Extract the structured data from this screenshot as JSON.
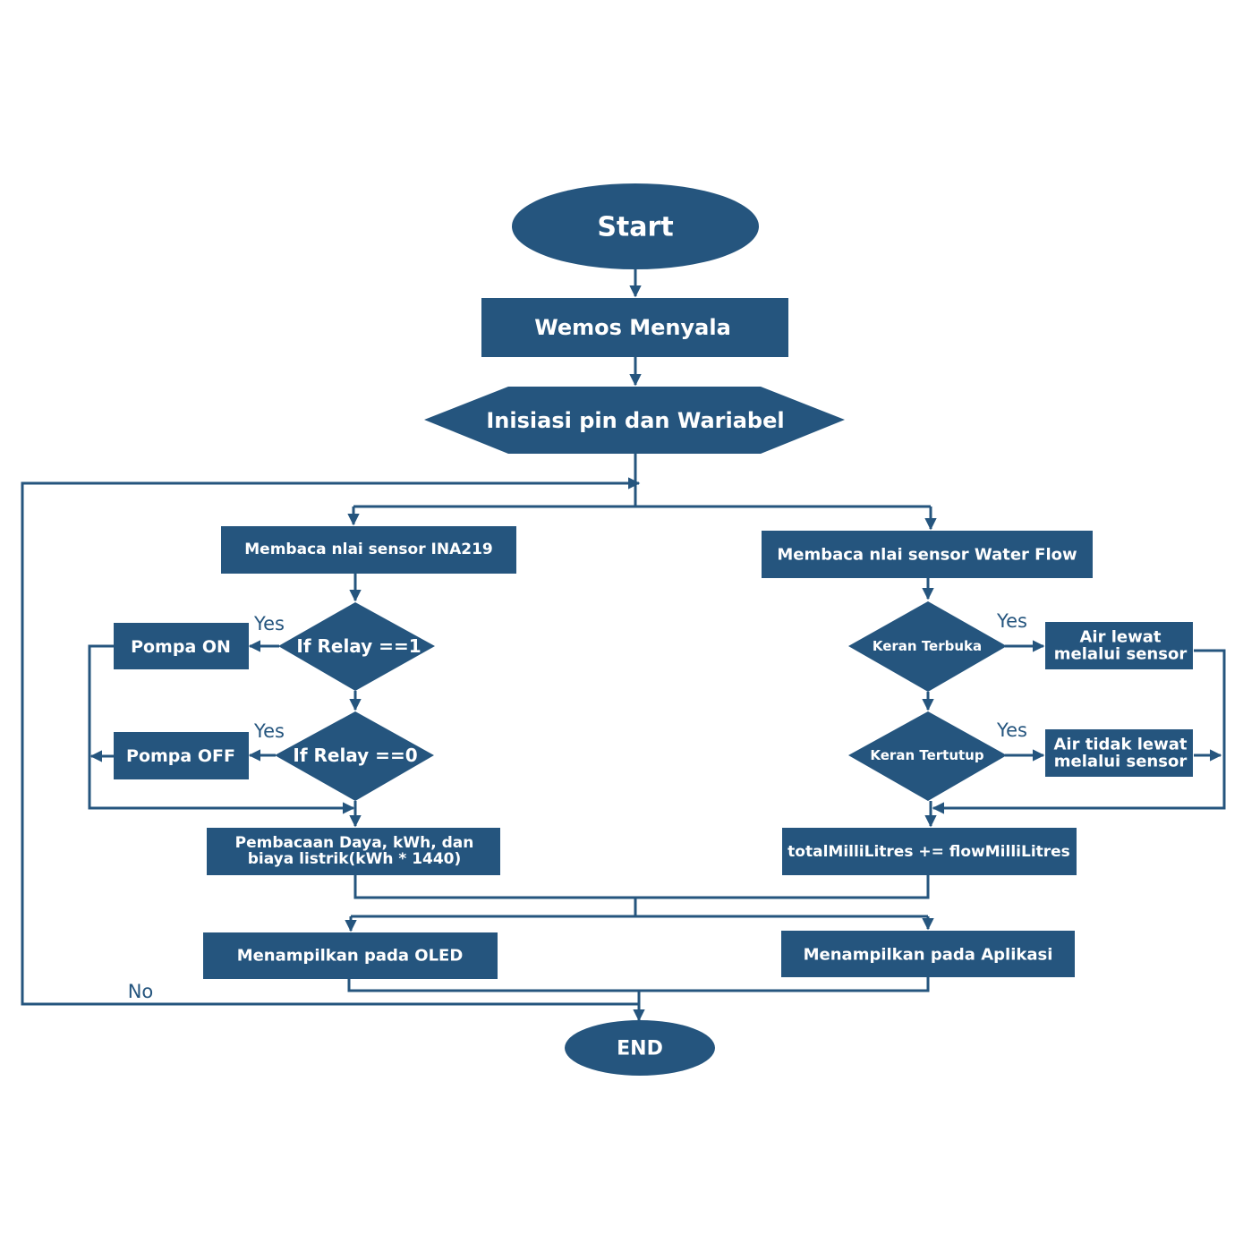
{
  "nodes": {
    "start": "Start",
    "wemos": "Wemos Menyala",
    "init": "Inisiasi pin dan Wariabel",
    "ina219": "Membaca nlai sensor INA219",
    "waterflow": "Membaca nlai sensor Water Flow",
    "relay1": "If Relay ==1",
    "pompa_on": "Pompa ON",
    "relay0": "If Relay ==0",
    "pompa_off": "Pompa OFF",
    "pembacaan_1": "Pembacaan Daya, kWh, dan",
    "pembacaan_2": "biaya listrik(kWh * 1440)",
    "keran_terbuka": "Keran Terbuka",
    "air_lewat_1": "Air lewat",
    "air_lewat_2": "melalui sensor",
    "keran_tertutup": "Keran Tertutup",
    "air_tidak_1": "Air tidak lewat",
    "air_tidak_2": "melalui sensor",
    "total": "totalMilliLitres += flowMilliLitres",
    "oled": "Menampilkan pada OLED",
    "aplikasi": "Menampilkan pada Aplikasi",
    "end": "END"
  },
  "edge_labels": {
    "yes_relay1": "Yes",
    "yes_relay0": "Yes",
    "yes_terbuka": "Yes",
    "yes_tertutup": "Yes",
    "no_loop": "No"
  }
}
